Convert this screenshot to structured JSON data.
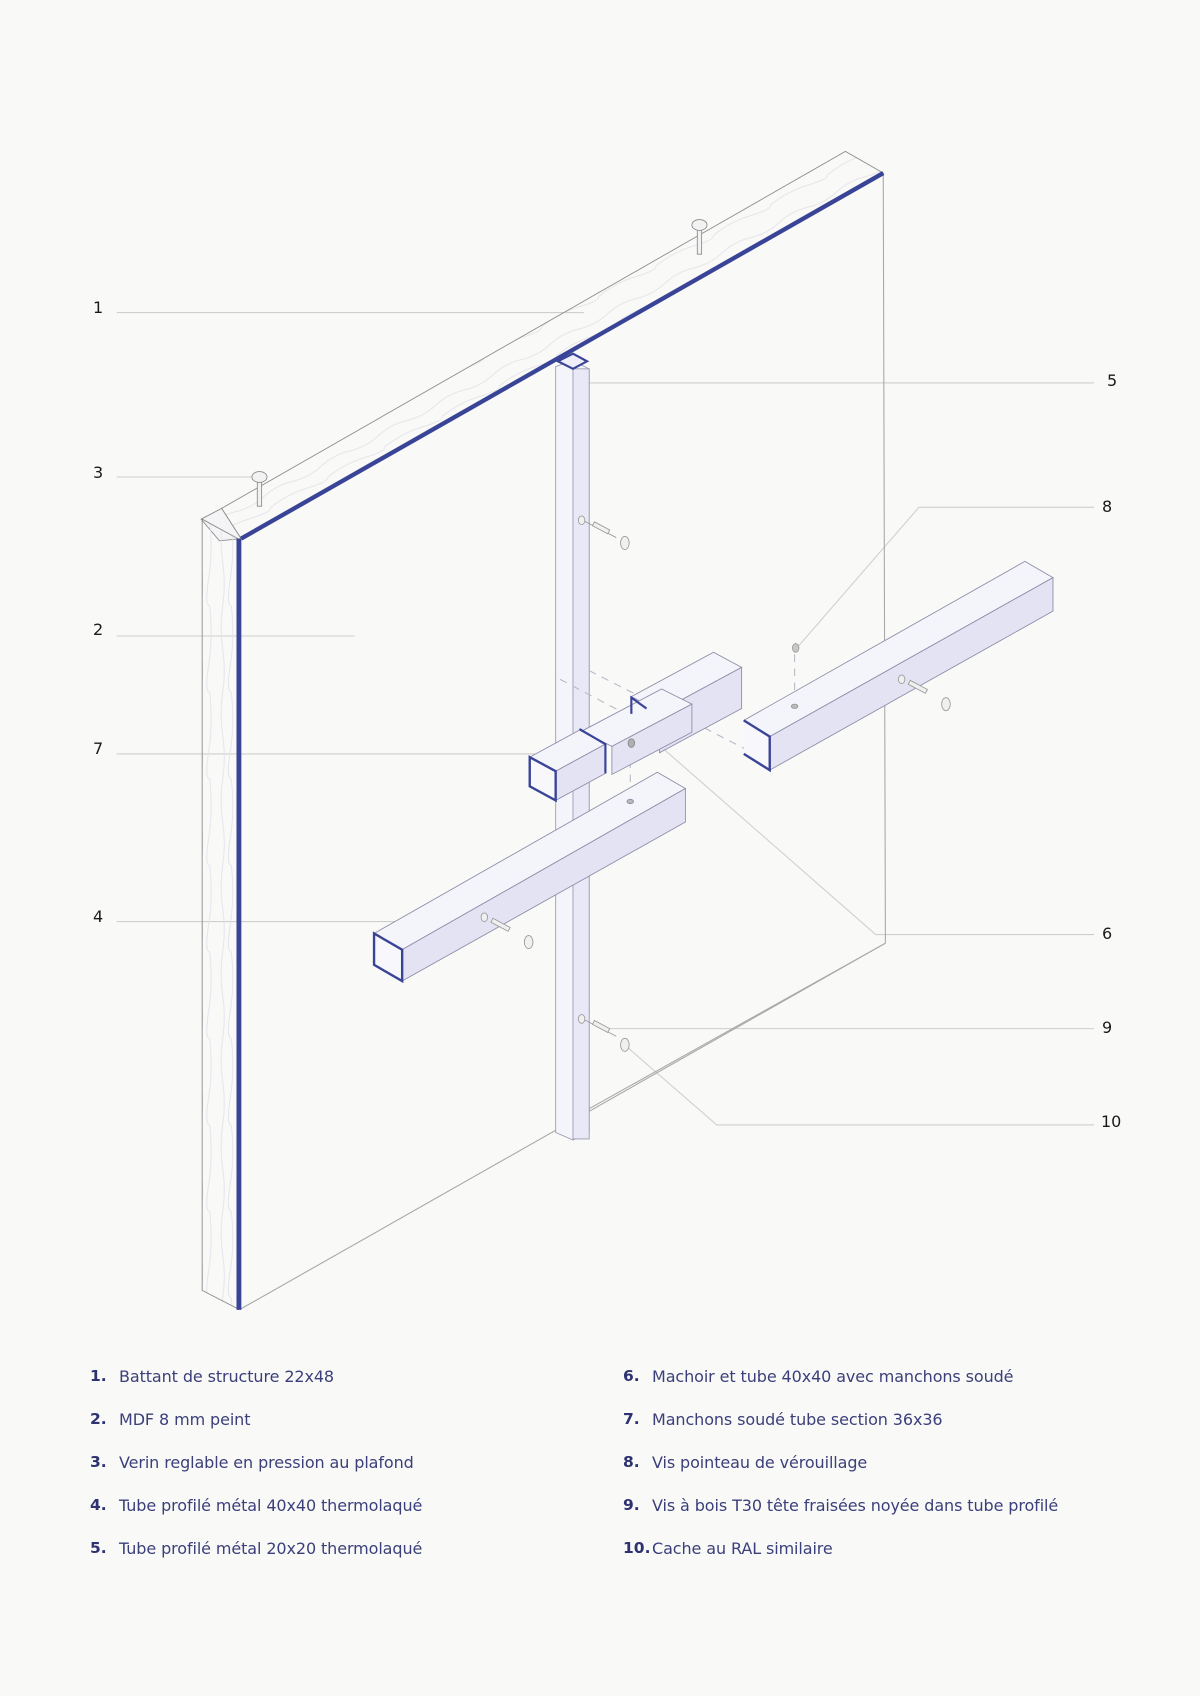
{
  "diagram": {
    "title": "Exploded isometric assembly: panel with wooden frame and metal tube bracket",
    "colors": {
      "background": "#f9f9f7",
      "accent_edge": "#3a4497",
      "tube_fill": "#e9e8f7",
      "line": "#9a9a9a",
      "leader": "#c8c8c8",
      "legend_text": "#3b3f7a"
    },
    "callouts": [
      {
        "num": "1",
        "side": "left"
      },
      {
        "num": "3",
        "side": "left"
      },
      {
        "num": "2",
        "side": "left"
      },
      {
        "num": "7",
        "side": "left"
      },
      {
        "num": "4",
        "side": "left"
      },
      {
        "num": "5",
        "side": "right"
      },
      {
        "num": "8",
        "side": "right"
      },
      {
        "num": "6",
        "side": "right"
      },
      {
        "num": "9",
        "side": "right"
      },
      {
        "num": "10",
        "side": "right"
      }
    ]
  },
  "legend": {
    "left": [
      {
        "num": "1.",
        "text": "Battant de structure 22x48"
      },
      {
        "num": "2.",
        "text": "MDF 8 mm peint"
      },
      {
        "num": "3.",
        "text": "Verin reglable en pression au plafond"
      },
      {
        "num": "4.",
        "text": "Tube profilé métal 40x40 thermolaqué"
      },
      {
        "num": "5.",
        "text": "Tube profilé métal 20x20 thermolaqué"
      }
    ],
    "right": [
      {
        "num": "6.",
        "text": "Machoir et tube 40x40 avec manchons soudé"
      },
      {
        "num": "7.",
        "text": "Manchons soudé tube section 36x36"
      },
      {
        "num": "8.",
        "text": "Vis pointeau de vérouillage"
      },
      {
        "num": "9.",
        "text": "Vis à bois T30 tête fraisées noyée dans tube profilé"
      },
      {
        "num": "10.",
        "text": "Cache au RAL similaire"
      }
    ]
  }
}
